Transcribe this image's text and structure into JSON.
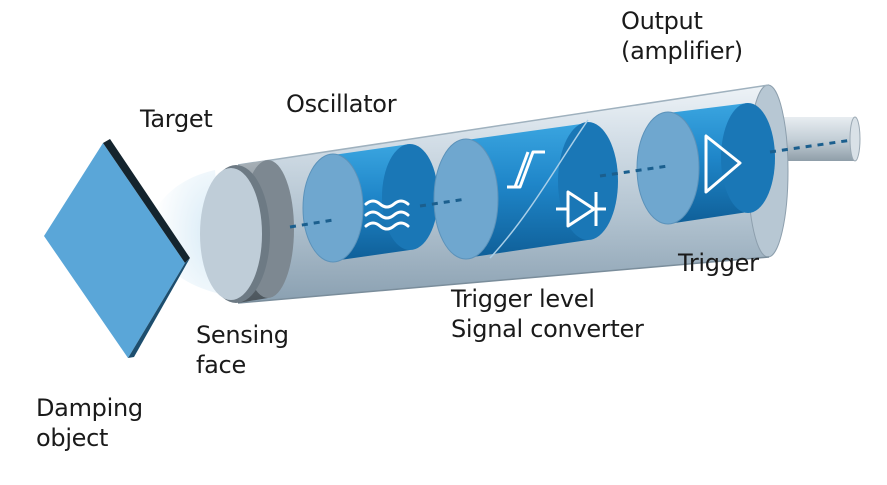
{
  "diagram": {
    "labels": {
      "target": "Target",
      "oscillator": "Oscillator",
      "output_line1": "Output",
      "output_line2": "(amplifier)",
      "trigger": "Trigger",
      "trigger_level": "Trigger level",
      "signal_converter": "Signal converter",
      "sensing_line1": "Sensing",
      "sensing_line2": "face",
      "damping_line1": "Damping",
      "damping_line2": "object"
    },
    "icons": {
      "oscillator": "wave-icon",
      "trigger_level": "hysteresis-icon",
      "signal_converter": "diode-icon",
      "output": "amplifier-triangle-icon"
    },
    "colors": {
      "module_blue": "#1f86c9",
      "module_face": "#6fa7cf",
      "tube_gray": "#b9c8d4",
      "target_blue": "#4f9fd3",
      "target_edge": "#14242e",
      "dashed_axis": "#1b5f8e"
    }
  }
}
